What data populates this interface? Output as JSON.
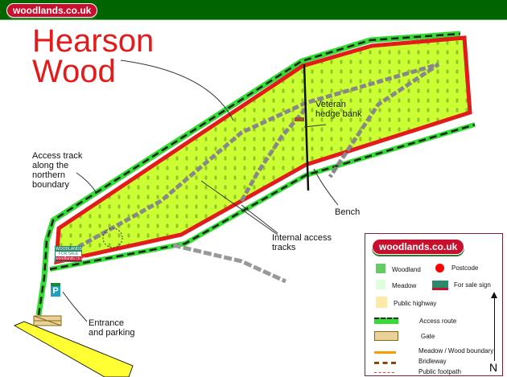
{
  "header": {
    "logo": "woodlands.co.uk"
  },
  "map": {
    "title_line1": "Hearson",
    "title_line2": "Wood",
    "labels": {
      "access_track": "Access track along the northern boundary",
      "veteran": "Veteran hedge bank",
      "bench": "Bench",
      "internal": "Internal access tracks",
      "entrance": "Entrance and parking"
    },
    "sign": {
      "line1": "WOODLANDS",
      "line2": "FOR SALE",
      "line3": "woodlands.co.uk"
    },
    "parking": "P"
  },
  "legend": {
    "logo": "woodlands.co.uk",
    "items": {
      "woodland": "Woodland",
      "postcode": "Postcode",
      "meadow": "Meadow",
      "for_sale": "For sale sign",
      "highway": "Public highway",
      "access": "Access route",
      "gate": "Gate",
      "boundary": "Meadow / Wood boundary",
      "bridleway": "Bridleway",
      "footpath": "Public footpath"
    },
    "north": "N"
  },
  "colors": {
    "header": "#006400",
    "wood": "#ccff33",
    "boundary": "#e31b1b",
    "access": "#33dd33",
    "brand": "#c8102e"
  }
}
